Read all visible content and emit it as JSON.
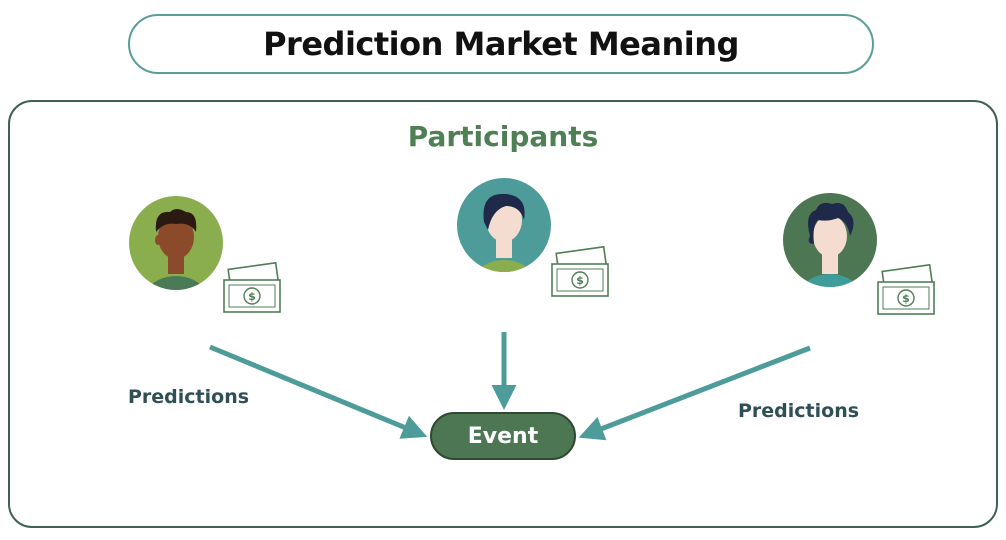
{
  "title": "Prediction Market Meaning",
  "participants_label": "Participants",
  "participants": [
    {
      "id": "left",
      "avatar_bg": "#8aae4e",
      "shirt": "#4a7a56",
      "skin": "#8b4a2a",
      "hair": "#2a1a12"
    },
    {
      "id": "center",
      "avatar_bg": "#4e9c9a",
      "shirt": "#8aae4e",
      "skin": "#f5dcd0",
      "hair": "#1f2a4a"
    },
    {
      "id": "right",
      "avatar_bg": "#4d7752",
      "shirt": "#3e9c9a",
      "skin": "#f5dcd0",
      "hair": "#1f2a4a"
    }
  ],
  "money_symbol": "$",
  "predictions_left": "Predictions",
  "predictions_right": "Predictions",
  "event_label": "Event",
  "colors": {
    "arrow": "#4e9c9a",
    "event_fill": "#4d7752",
    "participants_text": "#4f7f55",
    "title_border": "#5a9e98",
    "panel_border": "#3f5f59",
    "money": "#4f7f55"
  }
}
